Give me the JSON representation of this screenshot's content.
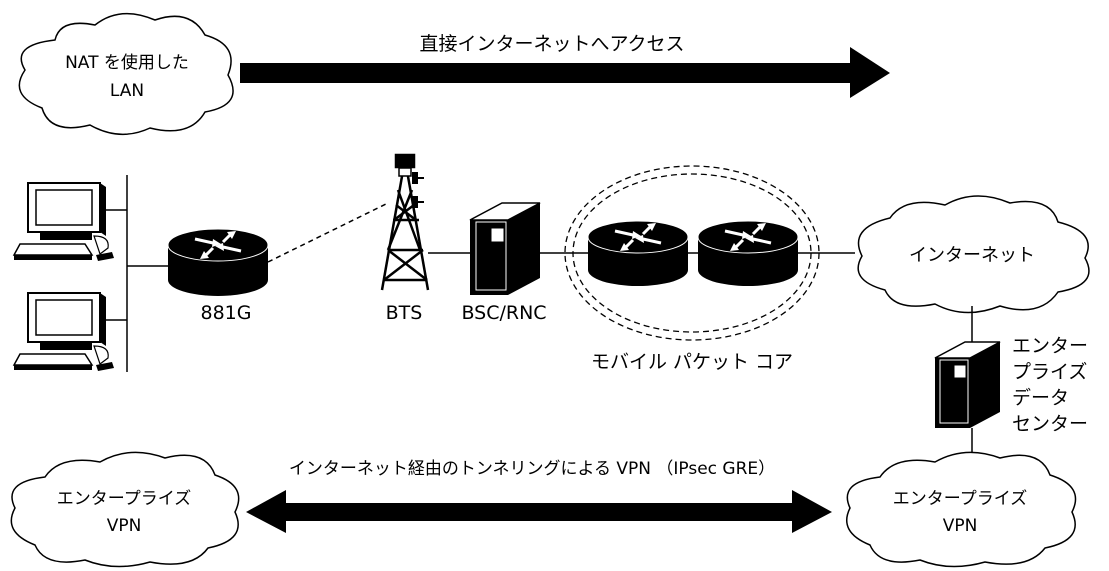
{
  "clouds": {
    "nat_lan": [
      "NAT を使用した",
      "LAN"
    ],
    "internet": "インターネット",
    "vpn_left": [
      "エンタープライズ",
      "VPN"
    ],
    "vpn_right": [
      "エンタープライズ",
      "VPN"
    ]
  },
  "arrows": {
    "direct_internet": "直接インターネットへアクセス",
    "vpn_tunnel": "インターネット経由のトンネリングによる VPN （IPsec GRE）"
  },
  "devices": {
    "router": "881G",
    "bts": "BTS",
    "bsc_rnc": "BSC/RNC",
    "packet_core": "モバイル パケット コア",
    "data_center": [
      "エンター",
      "プライズ",
      "データ",
      "センター"
    ]
  }
}
